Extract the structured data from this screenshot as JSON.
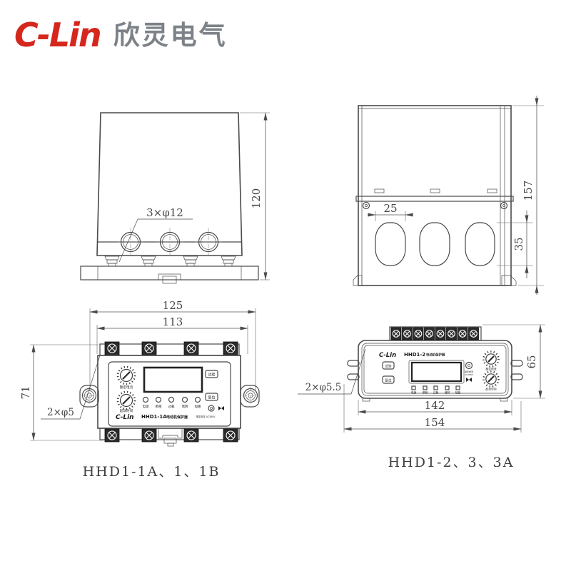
{
  "logo": {
    "brand": "C-Lin",
    "company": "欣灵电气",
    "brand_color": "#d5271d",
    "company_color": "#7c8287"
  },
  "front_view": {
    "hole_label": "3×φ12",
    "dim_height": "120"
  },
  "rear_view": {
    "dim_slot_width": "25",
    "dim_slot_height": "35",
    "dim_height": "157"
  },
  "panel_small": {
    "dim_outer_width": "125",
    "dim_inner_width": "113",
    "dim_height": "71",
    "hole_label": "2×φ5",
    "caption": "HHD1-1A、1、1B",
    "brand": "C-Lin",
    "model": "HHD1-1A",
    "device_type": "电动机保护器",
    "btn_test": "试验",
    "btn_reset": "复位",
    "knob1_label": "整定电流",
    "knob2_label": "起动时间",
    "leds": [
      "电源",
      "断相",
      "过载",
      "堵转",
      "短路"
    ],
    "footnote": "额定电压 AC380V"
  },
  "panel_large": {
    "dim_body_width": "142",
    "dim_outer_width": "154",
    "dim_height": "65",
    "hole_label": "2×φ5.5",
    "caption": "HHD1-2、3、3A",
    "brand": "C-Lin",
    "model": "HHD1-2",
    "device_type": "电动机保护器",
    "btn_test": "试验",
    "btn_reset": "复位",
    "knob1_label": "整定电流",
    "knob2_label": "起动时间",
    "leds": [
      "电源",
      "断相",
      "过载",
      "堵转",
      "短路"
    ],
    "note_line1": "额定电流",
    "note_line2": "AC380V"
  }
}
